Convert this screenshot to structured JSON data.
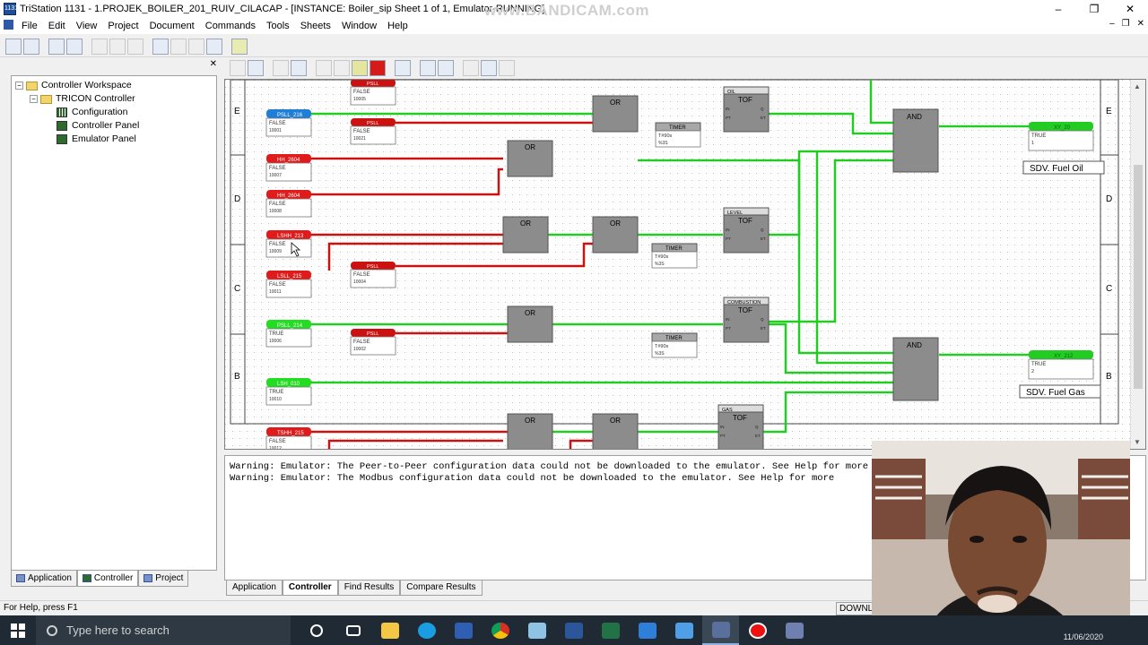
{
  "titlebar": {
    "title": "TriStation 1131 - 1.PROJEK_BOILER_201_RUIV_CILACAP - [INSTANCE: Boiler_sip Sheet 1 of 1, Emulator-RUNNING]",
    "app_icon_text": "1131",
    "watermark": "www.BANDICAM.com"
  },
  "menubar": {
    "items": [
      "File",
      "Edit",
      "View",
      "Project",
      "Document",
      "Commands",
      "Tools",
      "Sheets",
      "Window",
      "Help"
    ]
  },
  "tree": {
    "items": [
      {
        "label": "Controller Workspace",
        "expander": "−"
      },
      {
        "label": "TRICON Controller",
        "expander": "−"
      },
      {
        "label": "Configuration"
      },
      {
        "label": "Controller Panel"
      },
      {
        "label": "Emulator Panel"
      }
    ]
  },
  "left_tabs": [
    "Application",
    "Controller",
    "Project"
  ],
  "diagram": {
    "row_labels": [
      "E",
      "D",
      "C",
      "B"
    ],
    "inputs": [
      {
        "tag": "PSLL_216",
        "state": "FALSE",
        "addr": "10001",
        "color": "#1f7fd8"
      },
      {
        "tag": "HH_2604",
        "state": "FALSE",
        "addr": "10007",
        "color": "#e01b1b"
      },
      {
        "tag": "HH_2604",
        "state": "FALSE",
        "addr": "10008",
        "color": "#e01b1b"
      },
      {
        "tag": "LSHH_213",
        "state": "FALSE",
        "addr": "10009",
        "color": "#e01b1b"
      },
      {
        "tag": "LSLL_215",
        "state": "FALSE",
        "addr": "10011",
        "color": "#e01b1b"
      },
      {
        "tag": "PSLL_214",
        "state": "TRUE",
        "addr": "10006",
        "color": "#22dd22"
      },
      {
        "tag": "LSH_010",
        "state": "TRUE",
        "addr": "10010",
        "color": "#22dd22"
      },
      {
        "tag": "TSHH_215",
        "state": "FALSE",
        "addr": "10012",
        "color": "#e01b1b"
      }
    ],
    "mid_inputs": [
      {
        "tag": "PSLL",
        "state": "FALSE",
        "addr": "10005"
      },
      {
        "tag": "PSLL",
        "state": "FALSE",
        "addr": "10021"
      },
      {
        "tag": "PSLL",
        "state": "FALSE",
        "addr": "10004"
      },
      {
        "tag": "PSLL",
        "state": "FALSE",
        "addr": "10002"
      }
    ],
    "gate_or": "OR",
    "gate_and": "AND",
    "gate_tof": "TOF",
    "gate_timer": "TIMER",
    "timer_value": "T#90s",
    "timer_sub": "%3S",
    "tof_titles": [
      "OIL",
      "LEVEL",
      "COMBUSTION",
      "GAS"
    ],
    "tof_pins": [
      "IN",
      "PT",
      "Q",
      "ET"
    ],
    "outputs": [
      {
        "tag": "XY_20",
        "state": "TRUE",
        "addr": "1",
        "label": "SDV. Fuel Oil"
      },
      {
        "tag": "XY_212",
        "state": "TRUE",
        "addr": "2",
        "label": "SDV. Fuel Gas"
      }
    ],
    "colors": {
      "energized": "#22cc22",
      "deenergized": "#cc1111",
      "gate": "#8c8c8c"
    }
  },
  "messages": [
    "Warning: Emulator: The Peer-to-Peer configuration data could not be downloaded to the emulator. See Help for more",
    "Warning: Emulator: The Modbus configuration data could not be downloaded to the emulator. See Help for more"
  ],
  "bottom_tabs": [
    "Application",
    "Controller",
    "Find Results",
    "Compare Results"
  ],
  "status": {
    "help": "For Help, press F1",
    "mode": "DOWNL"
  },
  "taskbar": {
    "search_placeholder": "Type here to search",
    "date": "11/06/2020",
    "icons": [
      "cortana-icon",
      "task-view-icon",
      "explorer-icon",
      "edge-icon",
      "visio-icon",
      "chrome-icon",
      "notepad-icon",
      "word-icon",
      "excel-icon",
      "vscode-icon",
      "photos-icon",
      "tristation-icon",
      "bandicam-icon",
      "emulator-icon"
    ]
  }
}
